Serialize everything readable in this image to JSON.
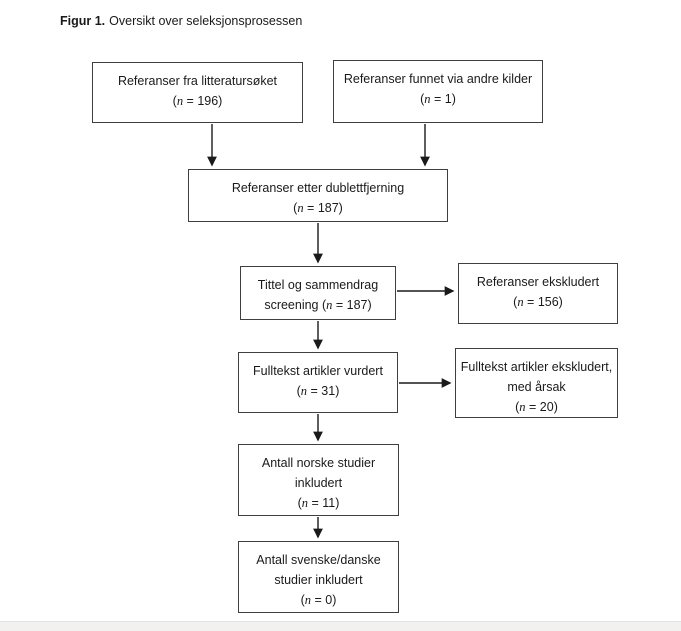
{
  "figure": {
    "title_label": "Figur 1.",
    "title_text": "Oversikt over seleksjonsprosessen"
  },
  "flowchart": {
    "boxes": [
      {
        "id": "literature-search",
        "lines": [
          "Referanser fra litteratursøket",
          "(n = 196)"
        ]
      },
      {
        "id": "other-sources",
        "lines": [
          "Referanser funnet via andre kilder",
          "(n = 1)"
        ]
      },
      {
        "id": "after-deduplication",
        "lines": [
          "Referanser etter dublettfjerning",
          "(n = 187)"
        ]
      },
      {
        "id": "title-abstract-screening",
        "lines": [
          "Tittel og sammendrag",
          "screening (n = 187)"
        ]
      },
      {
        "id": "references-excluded",
        "lines": [
          "Referanser ekskludert",
          "(n = 156)"
        ]
      },
      {
        "id": "fulltext-assessed",
        "lines": [
          "Fulltekst artikler vurdert",
          "(n = 31)"
        ]
      },
      {
        "id": "fulltext-excluded",
        "lines": [
          "Fulltekst artikler ekskludert,",
          "med årsak",
          "(n = 20)"
        ]
      },
      {
        "id": "norwegian-included",
        "lines": [
          "Antall norske studier",
          "inkludert",
          "(n = 11)"
        ]
      },
      {
        "id": "swedish-danish-included",
        "lines": [
          "Antall svenske/danske",
          "studier inkludert",
          "(n = 0)"
        ]
      }
    ],
    "colors": {
      "box_border": "#3f3f3f",
      "arrow": "#1a1a1a",
      "text": "#1a1a1a",
      "page_background": "#ffffff",
      "bottom_band": "#f2f1ef"
    }
  }
}
